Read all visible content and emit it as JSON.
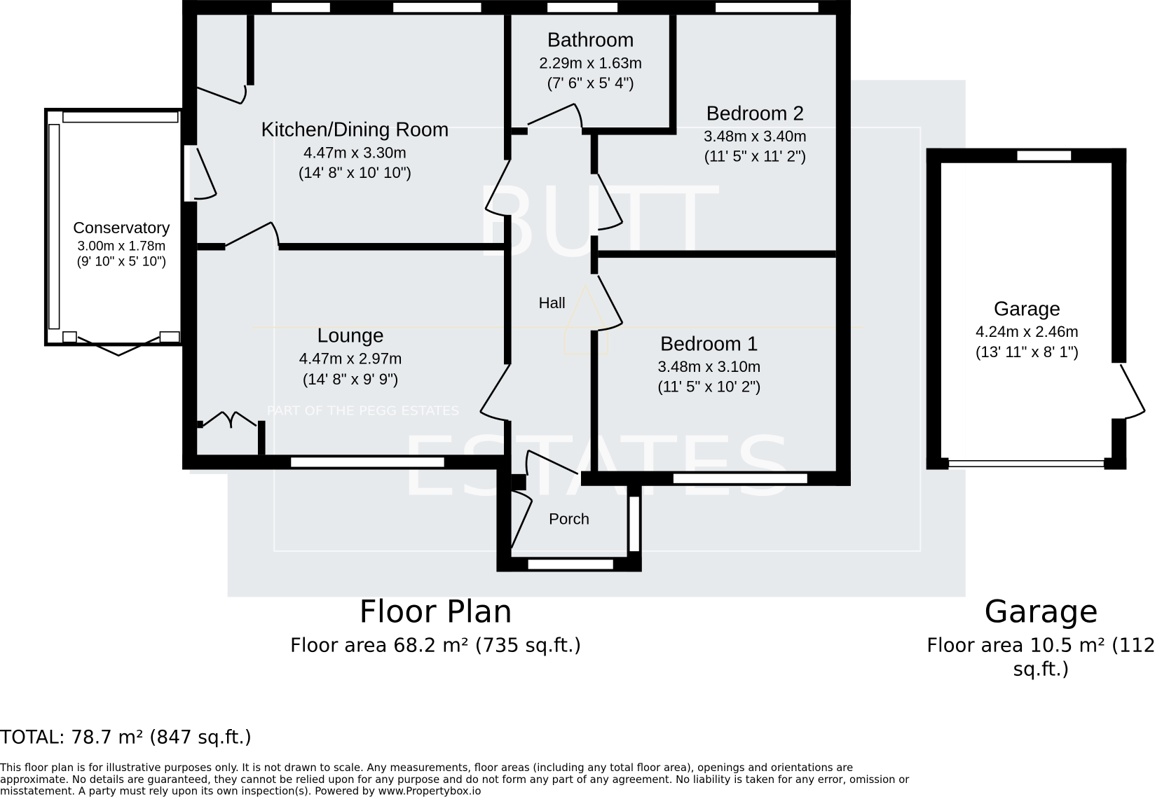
{
  "watermark": {
    "line1": "BUTT",
    "line2": "ESTATES",
    "tagline": "PART OF THE PEGG ESTATES"
  },
  "rooms": {
    "kitchen": {
      "name": "Kitchen/Dining Room",
      "metric": "4.47m x 3.30m",
      "imperial": "(14' 8\" x 10' 10\")"
    },
    "bathroom": {
      "name": "Bathroom",
      "metric": "2.29m x 1.63m",
      "imperial": "(7' 6\" x 5' 4\")"
    },
    "bedroom2": {
      "name": "Bedroom 2",
      "metric": "3.48m x 3.40m",
      "imperial": "(11' 5\" x 11' 2\")"
    },
    "conservatory": {
      "name": "Conservatory",
      "metric": "3.00m x 1.78m",
      "imperial": "(9' 10\" x 5' 10\")"
    },
    "hall": {
      "name": "Hall"
    },
    "lounge": {
      "name": "Lounge",
      "metric": "4.47m x 2.97m",
      "imperial": "(14' 8\" x 9' 9\")"
    },
    "bedroom1": {
      "name": "Bedroom 1",
      "metric": "3.48m x 3.10m",
      "imperial": "(11' 5\" x 10' 2\")"
    },
    "porch": {
      "name": "Porch"
    },
    "garage": {
      "name": "Garage",
      "metric": "4.24m x 2.46m",
      "imperial": "(13' 11\" x 8' 1\")"
    }
  },
  "captions": {
    "floor_plan_title": "Floor Plan",
    "floor_plan_area": "Floor area 68.2 m² (735 sq.ft.)",
    "garage_title": "Garage",
    "garage_area_line1": "Floor area 10.5 m² (112",
    "garage_area_line2": "sq.ft.)"
  },
  "total": "TOTAL: 78.7 m² (847 sq.ft.)",
  "disclaimer": [
    "This floor plan is for illustrative purposes only. It is not drawn to scale. Any measurements, floor areas (including any total floor area), openings and orientations are",
    "approximate. No details are guaranteed, they cannot be relied upon for any purpose and do not form any part of any agreement. No liability is taken for any error, omission or",
    "misstatement. A party must rely upon its own inspection(s). Powered by www.Propertybox.io"
  ],
  "colors": {
    "floor": "#e7eaed",
    "wall": "#000000"
  }
}
